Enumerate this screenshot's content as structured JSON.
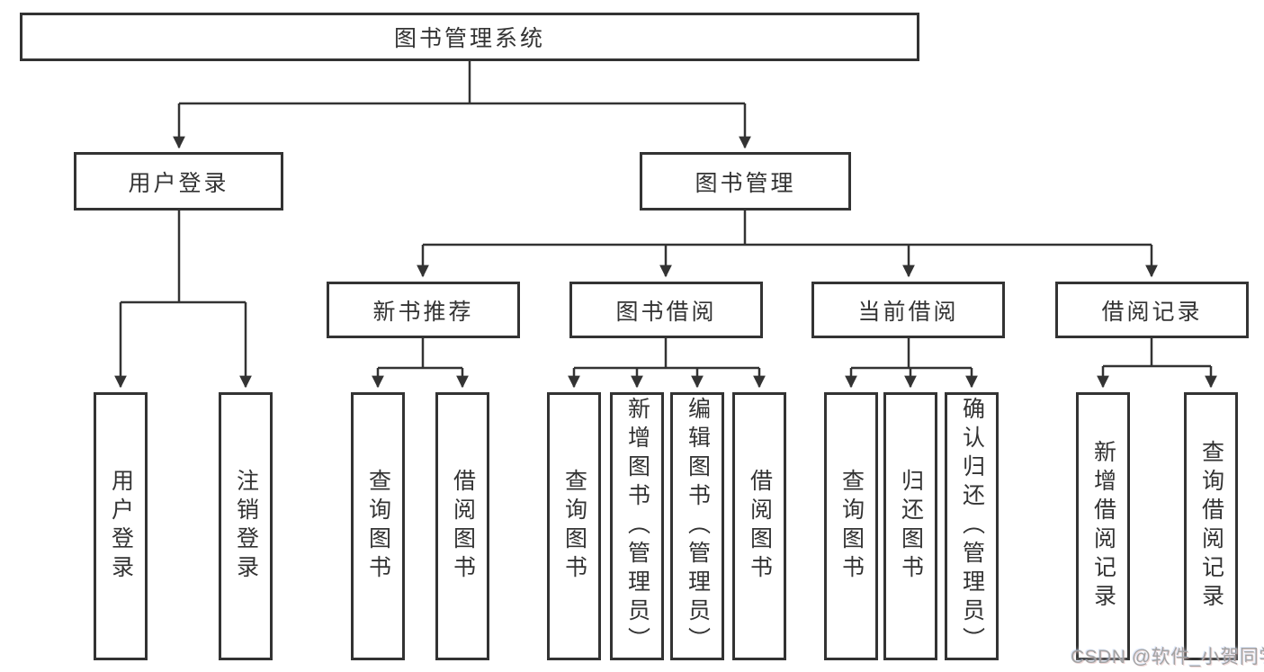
{
  "tree": {
    "label": "图书管理系统",
    "children": [
      {
        "label": "用户登录",
        "children": [
          {
            "label": "用户登录"
          },
          {
            "label": "注销登录"
          }
        ]
      },
      {
        "label": "图书管理",
        "children": [
          {
            "label": "新书推荐",
            "children": [
              {
                "label": "查询图书"
              },
              {
                "label": "借阅图书"
              }
            ]
          },
          {
            "label": "图书借阅",
            "children": [
              {
                "label": "查询图书"
              },
              {
                "label": "新增图书（管理员）"
              },
              {
                "label": "编辑图书（管理员）"
              },
              {
                "label": "借阅图书"
              }
            ]
          },
          {
            "label": "当前借阅",
            "children": [
              {
                "label": "查询图书"
              },
              {
                "label": "归还图书"
              },
              {
                "label": "确认归还（管理员）"
              }
            ]
          },
          {
            "label": "借阅记录",
            "children": [
              {
                "label": "新增借阅记录"
              },
              {
                "label": "查询借阅记录"
              }
            ]
          }
        ]
      }
    ]
  },
  "watermark": {
    "text": "CSDN @软件_小贺同学"
  },
  "colors": {
    "line": "#333333",
    "box_border": "#333333",
    "text": "#333333",
    "watermark": "#a3a3a3",
    "background": "#ffffff"
  }
}
